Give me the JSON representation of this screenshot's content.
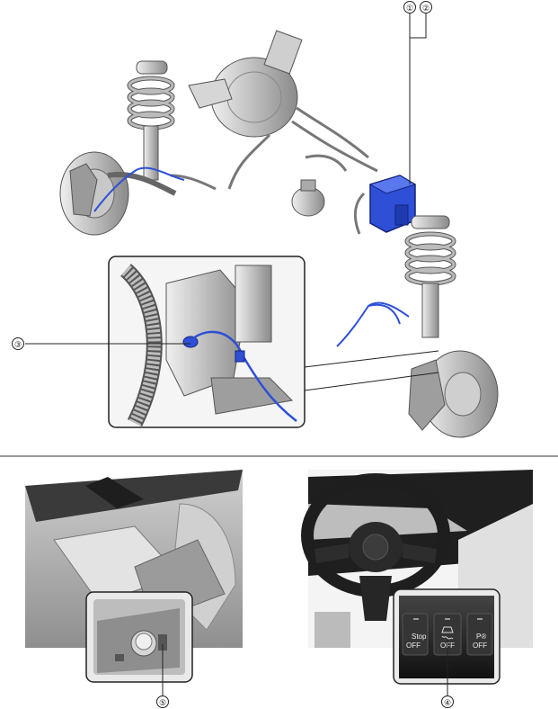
{
  "callouts": {
    "c1": "①",
    "c2": "②",
    "c3": "③",
    "c4": "④",
    "c5": "⑤"
  },
  "switch_labels": {
    "left": "Stop\nOFF",
    "center": "OFF",
    "right": "P\nOFF"
  },
  "colors": {
    "highlight": "#2e4fd6",
    "line": "#222222",
    "metal_light": "#d9d9d9",
    "metal_mid": "#a9a9a9",
    "metal_dark": "#6e6e6e",
    "panel_dark": "#2b2b2b"
  },
  "icons": [
    "abs-wheel-speed-sensor",
    "dsc-hu-cm",
    "brake-switch",
    "dsc-off-switch",
    "electric-parking-brake-switch"
  ]
}
